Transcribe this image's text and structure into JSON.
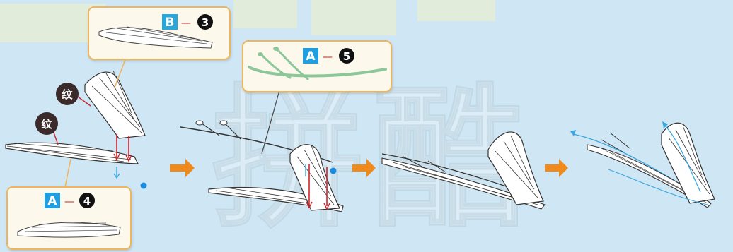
{
  "callouts": [
    {
      "part_letter": "B",
      "part_number": "3",
      "separator": "—"
    },
    {
      "part_letter": "A",
      "part_number": "5",
      "separator": "—"
    },
    {
      "part_letter": "A",
      "part_number": "4",
      "separator": "—"
    }
  ],
  "markers": [
    {
      "text": "纹"
    },
    {
      "text": "纹"
    }
  ],
  "watermark": {
    "text": "拼酷"
  },
  "colors": {
    "background": "#cfe6f4",
    "callout_fill": "#fdf8ec",
    "callout_border": "#f0b55a",
    "letter_a_fill": "#1f9fe2",
    "letter_b_fill": "#2aa7d9",
    "number_fill": "#111111",
    "arrow": "#f08a1c",
    "dot": "#1a8de0",
    "red_line": "#d0242c",
    "rib_green": "#8cc79a",
    "flow_line": "#3aa7df"
  },
  "icons": [
    "step-arrow-icon",
    "step-arrow-icon",
    "step-arrow-icon"
  ]
}
